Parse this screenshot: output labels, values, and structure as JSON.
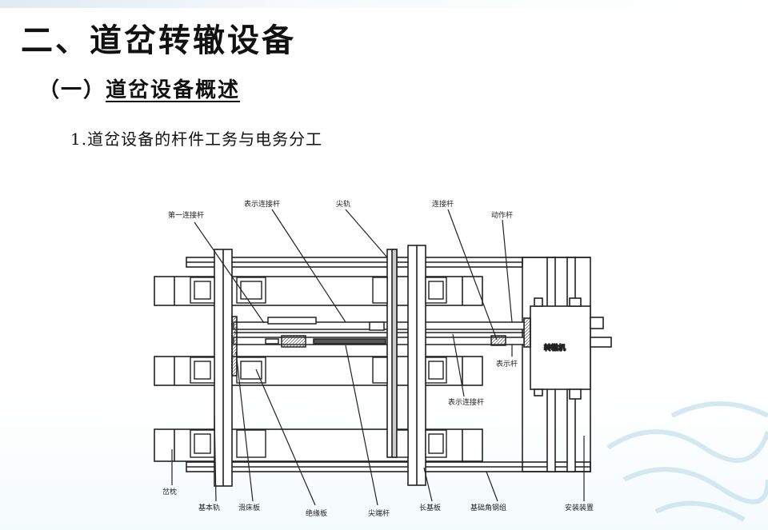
{
  "slide": {
    "title": "二、道岔转辙设备",
    "subtitle_prefix": "（一）",
    "subtitle": "道岔设备概述",
    "section_heading": "1.道岔设备的杆件工务与电务分工"
  },
  "diagram": {
    "labels_top": {
      "first_tie_rod": "第一连接杆",
      "point_detection_rod": "表示连接杆",
      "switch_rail": "尖轨",
      "connecting_rod": "连接杆",
      "action_rod": "动作杆"
    },
    "labels_right": {
      "detection_rod": "表示杆",
      "detection_connecting_rod": "表示连接杆",
      "switch_machine": "转辙机"
    },
    "labels_bottom": {
      "sleeper": "岔枕",
      "stock_rail": "基本轨",
      "sliding_plate": "滑床板",
      "gauge_plate": "绝缘板",
      "tie_rod": "尖端杆",
      "long_plate": "长基板",
      "base_plate_group": "基础角钢组",
      "installation_device": "安装装置"
    }
  },
  "colors": {
    "line": "#222222",
    "fill_light": "#ffffff",
    "fill_shade": "#d9d9d9",
    "watermark": "#cfe6ef"
  }
}
